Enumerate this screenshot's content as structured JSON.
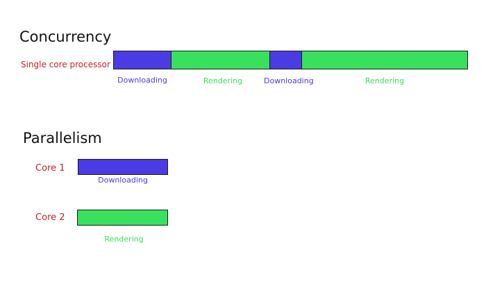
{
  "colors": {
    "downloading": "#4b3be3",
    "rendering": "#38e05e",
    "label_red": "#cc1f1f",
    "heading": "#111111"
  },
  "concurrency": {
    "title": "Concurrency",
    "row_label": "Single core processor",
    "segments": [
      {
        "label": "Downloading",
        "kind": "downloading"
      },
      {
        "label": "Rendering",
        "kind": "rendering"
      },
      {
        "label": "Downloading",
        "kind": "downloading"
      },
      {
        "label": "Rendering",
        "kind": "rendering"
      }
    ]
  },
  "parallelism": {
    "title": "Parallelism",
    "cores": [
      {
        "label": "Core 1",
        "task": "Downloading",
        "kind": "downloading"
      },
      {
        "label": "Core 2",
        "task": "Rendering",
        "kind": "rendering"
      }
    ]
  }
}
